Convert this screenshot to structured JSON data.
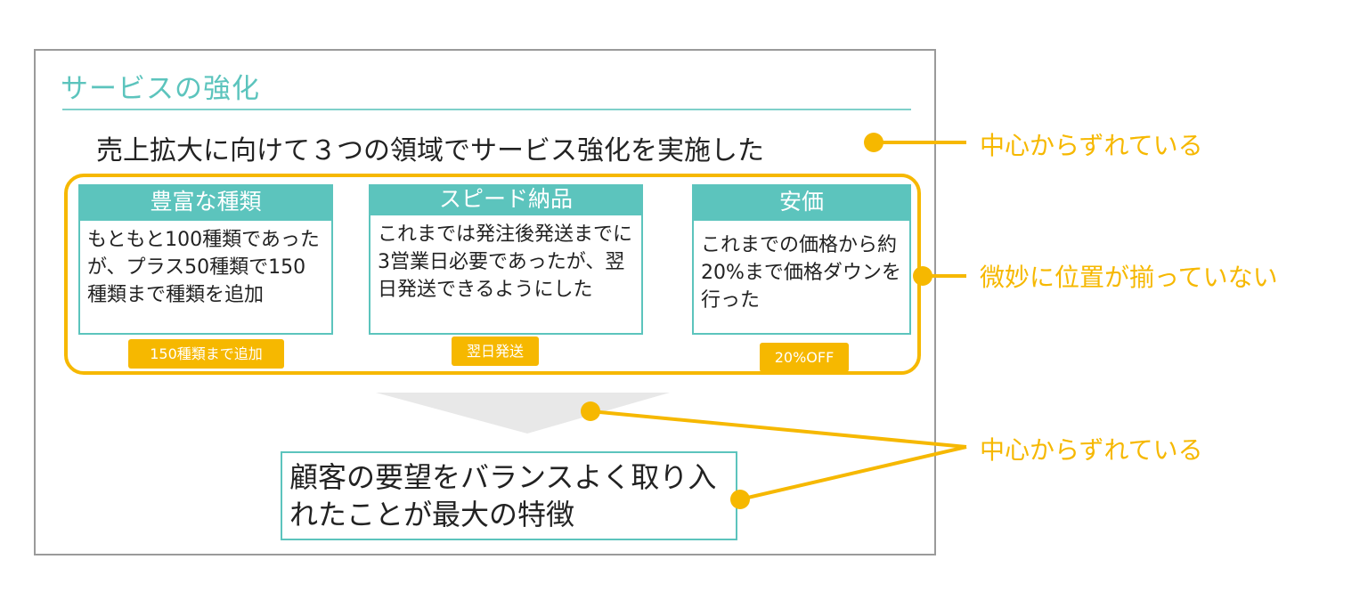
{
  "slide": {
    "title": "サービスの強化",
    "headline": "売上拡大に向けて３つの領域でサービス強化を実施した",
    "cards": [
      {
        "heading": "豊富な種類",
        "body": "もともと100種類であったが、プラス50種類で150種類まで種類を追加",
        "tag": "150種類まで追加"
      },
      {
        "heading": "スピード納品",
        "body": "これまでは発注後発送までに3営業日必要であったが、翌日発送できるようにした",
        "tag": "翌日発送"
      },
      {
        "heading": "安価",
        "body": "これまでの価格から約20%まで価格ダウンを行った",
        "tag": "20%OFF"
      }
    ],
    "result": "顧客の要望をバランスよく取り入れたことが最大の特徴"
  },
  "callouts": [
    {
      "text": "中心からずれている"
    },
    {
      "text": "微妙に位置が揃っていない"
    },
    {
      "text": "中心からずれている"
    }
  ],
  "colors": {
    "accent_teal": "#5cc4bd",
    "callout_yellow": "#f6b800",
    "border_gray": "#9a9a9a"
  }
}
